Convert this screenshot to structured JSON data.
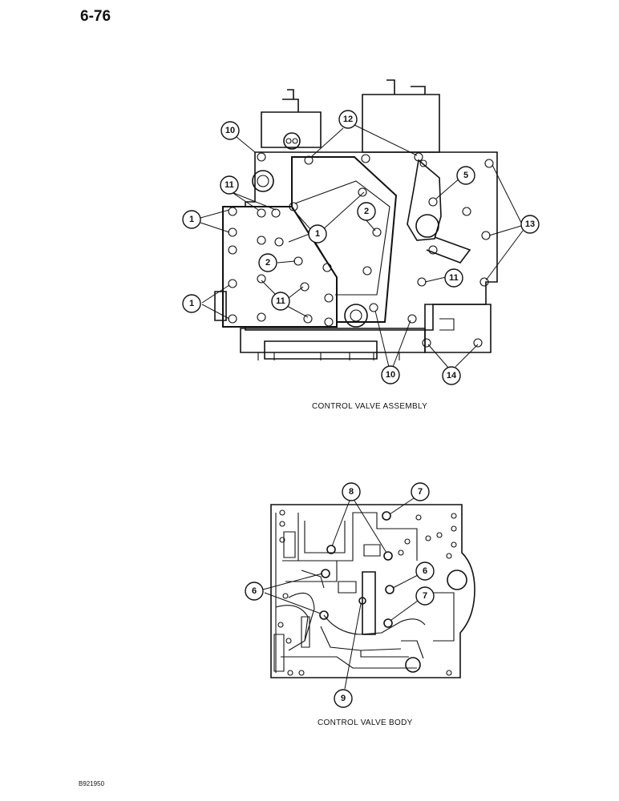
{
  "page": {
    "number": "6-76",
    "figure_code": "B921950"
  },
  "figures": [
    {
      "caption": "CONTROL VALVE ASSEMBLY",
      "callouts": [
        "10",
        "12",
        "11",
        "5",
        "1",
        "2",
        "1",
        "13",
        "2",
        "11",
        "1",
        "11",
        "10",
        "14"
      ]
    },
    {
      "caption": "CONTROL VALVE BODY",
      "callouts": [
        "8",
        "7",
        "6",
        "6",
        "7",
        "9"
      ]
    }
  ]
}
